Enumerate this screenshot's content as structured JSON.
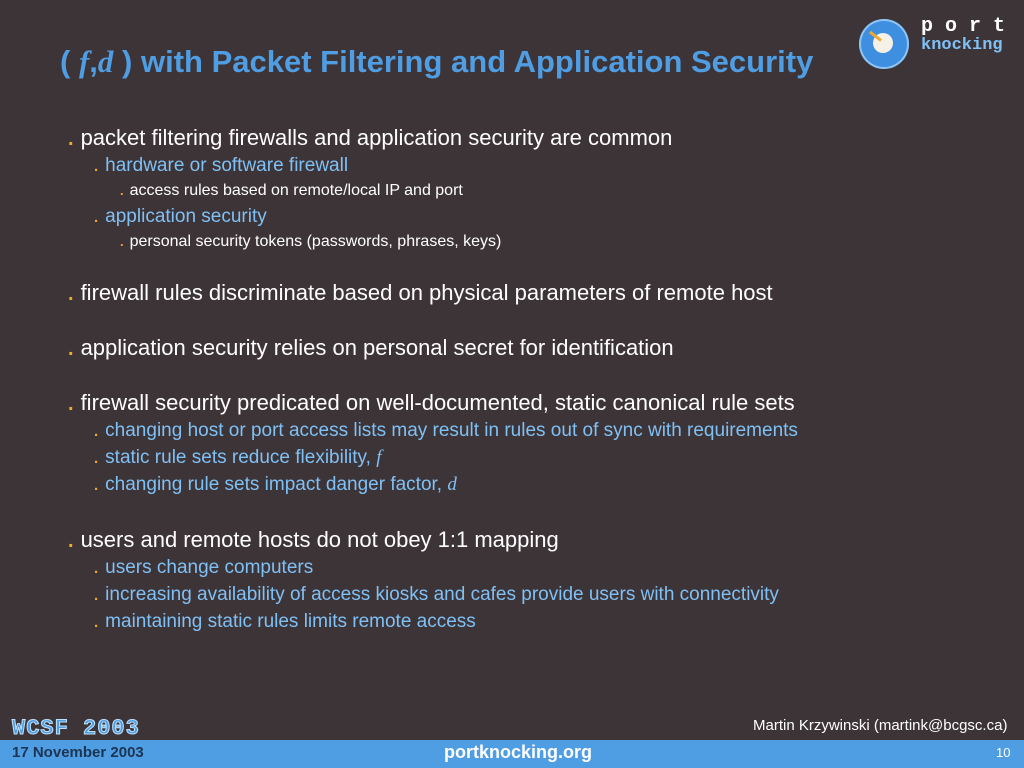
{
  "title": {
    "paren_open": "(",
    "var_f": "f",
    "comma": ",",
    "var_d": "d",
    "rest": ") with Packet Filtering and Application Security"
  },
  "logo": {
    "line1": "port",
    "line2": "knocking"
  },
  "bullet_char": ".",
  "items": [
    {
      "text": "packet filtering firewalls and application security are common"
    },
    {
      "text": "hardware or software firewall"
    },
    {
      "text": "access rules based on remote/local IP and port"
    },
    {
      "text": "application security"
    },
    {
      "text": "personal security tokens (passwords, phrases, keys)"
    },
    {
      "text": "firewall rules discriminate based on physical parameters of remote host"
    },
    {
      "text": "application security relies on personal secret for identification"
    },
    {
      "text": "firewall security predicated on well-documented, static canonical rule sets"
    },
    {
      "text": "changing host or port access lists may result in rules out of sync with requirements"
    },
    {
      "text": "static rule sets reduce flexibility, ",
      "var": "f"
    },
    {
      "text": "changing rule sets impact danger factor, ",
      "var": "d"
    },
    {
      "text": "users and remote hosts do not obey 1:1 mapping"
    },
    {
      "text": "users change computers"
    },
    {
      "text": "increasing availability of access kiosks and cafes provide users with connectivity"
    },
    {
      "text": "maintaining static rules limits remote access"
    }
  ],
  "footer": {
    "conference": "WCSF 2003",
    "date": "17 November 2003",
    "site": "portknocking.org",
    "author": "Martin Krzywinski (martink@bcgsc.ca)",
    "page": "10"
  }
}
